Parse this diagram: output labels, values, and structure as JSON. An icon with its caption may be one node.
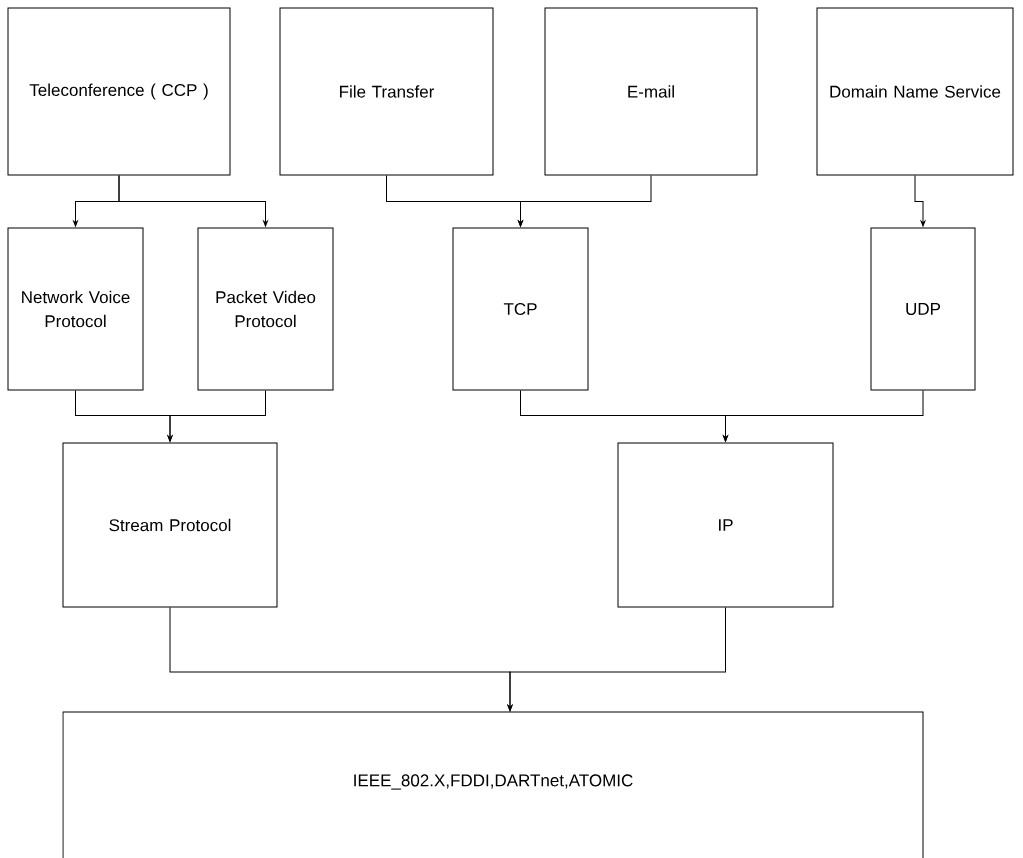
{
  "diagram": {
    "nodes": [
      {
        "text": [
          "Teleconference ( CCP )"
        ]
      },
      {
        "text": [
          "File Transfer"
        ]
      },
      {
        "text": [
          "E-mail"
        ]
      },
      {
        "text": [
          "Domain Name Service"
        ]
      },
      {
        "text": [
          "Network Voice Protocol"
        ]
      },
      {
        "text": [
          "Packet Video Protocol"
        ]
      },
      {
        "text": [
          "TCP"
        ]
      },
      {
        "text": [
          "UDP"
        ]
      },
      {
        "text": [
          "Stream Protocol"
        ]
      },
      {
        "text": [
          "IP"
        ]
      },
      {
        "text": [
          "IEEE_802.X,FDDI,DARTnet,ATOMIC"
        ]
      }
    ],
    "edges": [
      {
        "from": 0,
        "to": 4,
        "arrow": "to"
      },
      {
        "from": 0,
        "to": 5,
        "arrow": "to"
      },
      {
        "from": 1,
        "to": 6,
        "arrow": "to"
      },
      {
        "from": 2,
        "to": 6,
        "arrow": "to"
      },
      {
        "from": 3,
        "to": 7,
        "arrow": "to"
      },
      {
        "from": 4,
        "to": 8,
        "arrow": "to"
      },
      {
        "from": 5,
        "to": 8,
        "arrow": "to"
      },
      {
        "from": 6,
        "to": 9,
        "arrow": "to"
      },
      {
        "from": 7,
        "to": 9,
        "arrow": "to"
      },
      {
        "from": 8,
        "to": 10,
        "arrow": "to"
      },
      {
        "from": 9,
        "to": 10,
        "arrow": "to"
      }
    ]
  }
}
